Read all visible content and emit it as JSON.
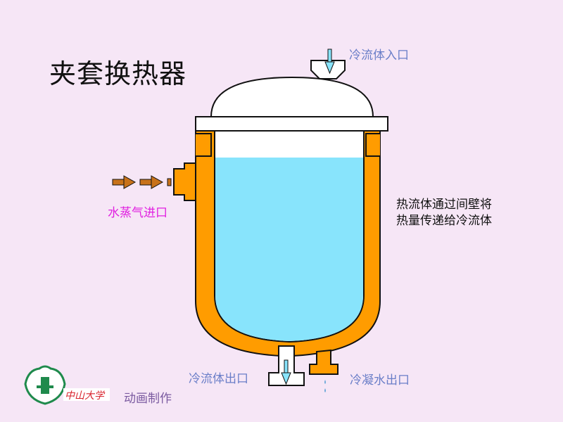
{
  "title": "夹套换热器",
  "labels": {
    "cold_inlet": "冷流体入口",
    "steam_inlet": "水蒸气进口",
    "cold_outlet": "冷流体出口",
    "condensate_outlet": "冷凝水出口"
  },
  "note": {
    "line1": "热流体通过间壁将",
    "line2": "热量传递给冷流体"
  },
  "footer": {
    "logo_text": "中山大学",
    "credit": "动画制作"
  },
  "colors": {
    "background": "#f6e6f6",
    "jacket": "#ff9c00",
    "liquid": "#88e4fc",
    "arrow_steam": "#c8721a",
    "label_blue": "#6a7ec8",
    "label_magenta": "#e020e0",
    "logo_green": "#1f8a4c"
  }
}
